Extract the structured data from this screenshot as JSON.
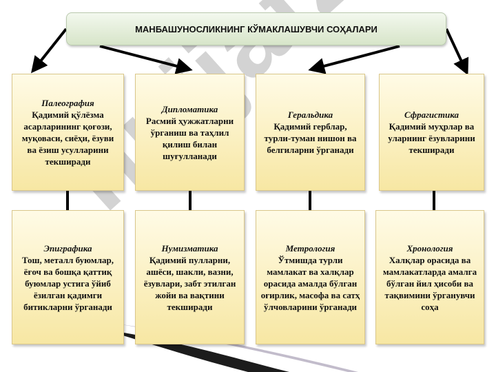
{
  "title": "МАНБАШУНОСЛИКНИНГ КЎМАКЛАШУВЧИ СОҲАЛАРИ",
  "watermark": "hujjat24",
  "cards": [
    {
      "title": "Палеография",
      "body": "Қадимий  қўлёзма асарларининг қоғози, муқоваси, сиёҳи, ёзуви ва ёзиш усулларини текширади"
    },
    {
      "title": "Дипломатика",
      "body": "Расмий ҳужжатларни ўрганиш ва таҳлил қилиш билан шуғулланади"
    },
    {
      "title": "Геральдика",
      "body": "Қадимий герблар, турли-туман  нишон ва белгиларни ўрганади"
    },
    {
      "title": "Сфрагистика",
      "body": "Қадимий муҳрлар ва уларнинг ёзувларини текширади"
    },
    {
      "title": "Эпиграфика",
      "body": "Тош,  металл буюмлар, ёғоч ва бошқа қаттиқ буюмлар устига ўйиб ёзилган қадимги битикларни ўрганади"
    },
    {
      "title": "Нумизматика",
      "body": "Қадимий пулларни, ашёси, шакли, вазни, ёзувлари, забт этилган жойи ва вақтини текширади"
    },
    {
      "title": "Метрология",
      "body": "Ўтмишда турли мамлакат ва халқлар орасида амалда бўлган оғирлик, масофа ва сатҳ ўлчовларини ўрганади"
    },
    {
      "title": "Хронология",
      "body": "Халқлар орасида ва мамлакатларда амалга бўлган йил ҳисоби ва тақвимини ўрганувчи соҳа"
    }
  ]
}
